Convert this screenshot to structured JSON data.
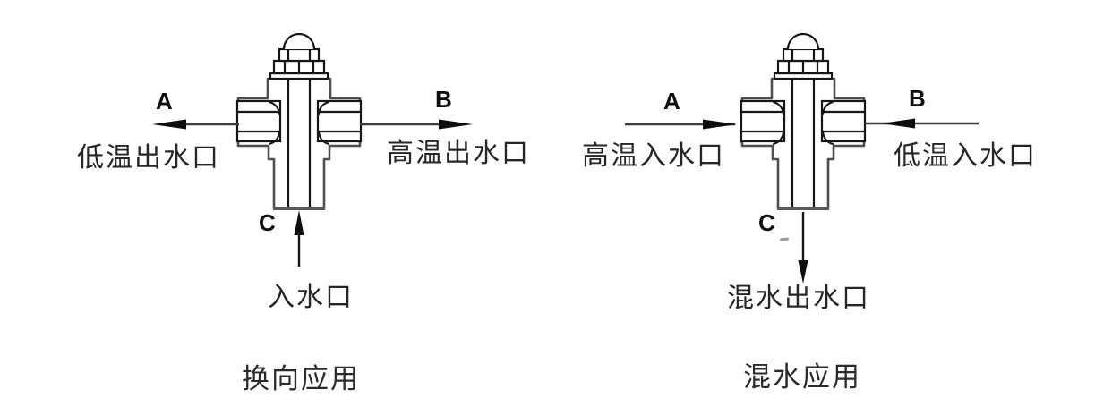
{
  "figure": {
    "background": "#ffffff",
    "colors": {
      "flow_line": "#3d3d3d",
      "arrowhead": "#0d0d0d",
      "valve_outline": "#4e4e4e",
      "valve_detail": "#161616",
      "text": "#262626"
    }
  },
  "diagrams": [
    {
      "caption": "换向应用",
      "ports": {
        "a": {
          "letter": "A",
          "label": "低温出水口",
          "direction": "arrow-left-out"
        },
        "b": {
          "letter": "B",
          "label": "高温出水口",
          "direction": "arrow-right-out"
        },
        "c": {
          "letter": "C",
          "label": "入水口",
          "direction": "arrow-up-in"
        }
      }
    },
    {
      "caption": "混水应用",
      "ports": {
        "a": {
          "letter": "A",
          "label": "高温入水口",
          "direction": "arrow-right-in"
        },
        "b": {
          "letter": "B",
          "label": "低温入水口",
          "direction": "arrow-left-in"
        },
        "c": {
          "letter": "C",
          "label": "混水出水口",
          "direction": "arrow-down-out"
        }
      }
    }
  ]
}
